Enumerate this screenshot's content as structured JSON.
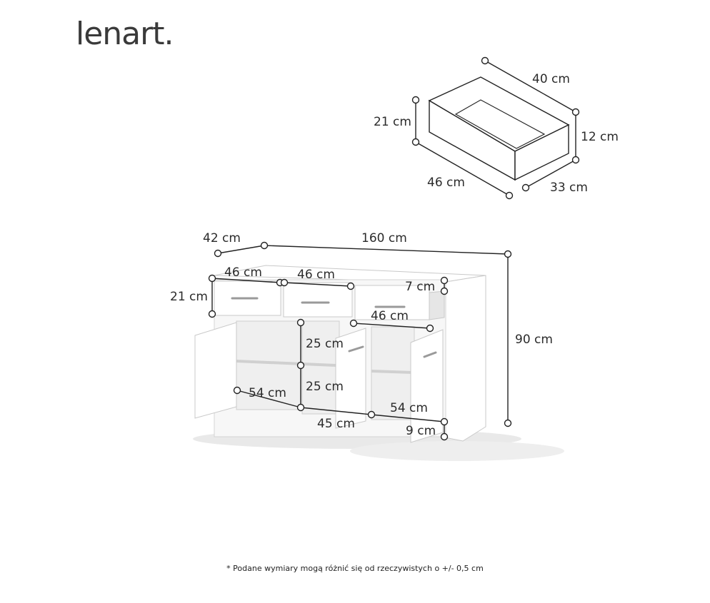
{
  "brand": {
    "logo_text": "lenart."
  },
  "drawer_dims": {
    "width": "40 cm",
    "height_outer": "21 cm",
    "height_inner": "12 cm",
    "depth_outer": "46 cm",
    "depth_inner": "33 cm"
  },
  "cabinet_dims": {
    "depth": "42 cm",
    "width": "160 cm",
    "height": "90 cm",
    "drawer_left_width": "46 cm",
    "drawer_mid_width": "46 cm",
    "drawer_height": "21 cm",
    "drawer_front_offset": "7 cm",
    "drawer_right_width": "46 cm",
    "shelf_upper": "25 cm",
    "shelf_lower": "25 cm",
    "left_interior_width": "54 cm",
    "right_interior_width": "54 cm",
    "interior_depth": "45 cm",
    "plinth_height": "9 cm"
  },
  "footer": {
    "disclaimer": "* Podane wymiary mogą różnić się od rzeczywistych o +/- 0,5 cm"
  }
}
